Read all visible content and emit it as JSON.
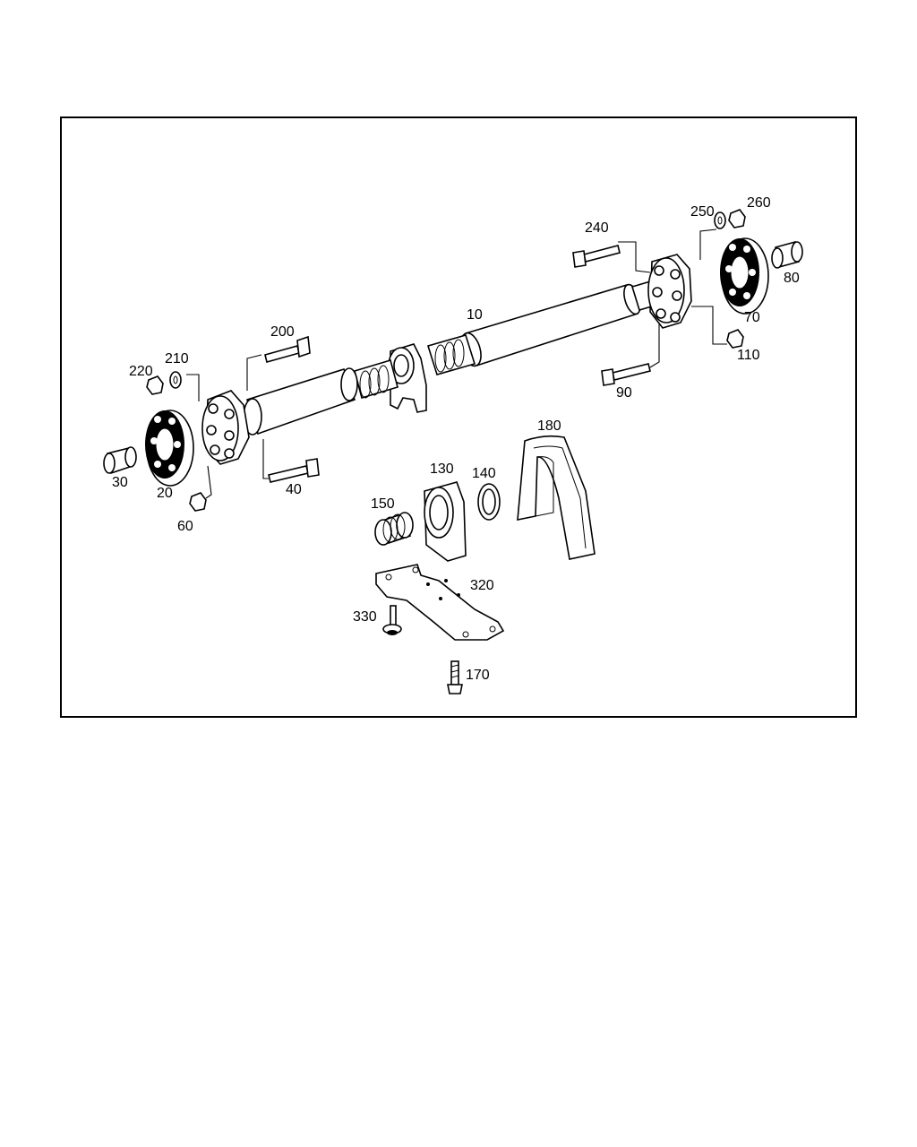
{
  "diagram": {
    "parts": [
      {
        "id": "p10",
        "label": "10"
      },
      {
        "id": "p20",
        "label": "20"
      },
      {
        "id": "p30",
        "label": "30"
      },
      {
        "id": "p40",
        "label": "40"
      },
      {
        "id": "p60",
        "label": "60"
      },
      {
        "id": "p70",
        "label": "70"
      },
      {
        "id": "p80",
        "label": "80"
      },
      {
        "id": "p90",
        "label": "90"
      },
      {
        "id": "p110",
        "label": "110"
      },
      {
        "id": "p130",
        "label": "130"
      },
      {
        "id": "p140",
        "label": "140"
      },
      {
        "id": "p150",
        "label": "150"
      },
      {
        "id": "p170",
        "label": "170"
      },
      {
        "id": "p180",
        "label": "180"
      },
      {
        "id": "p200",
        "label": "200"
      },
      {
        "id": "p210",
        "label": "210"
      },
      {
        "id": "p220",
        "label": "220"
      },
      {
        "id": "p240",
        "label": "240"
      },
      {
        "id": "p250",
        "label": "250"
      },
      {
        "id": "p260",
        "label": "260"
      },
      {
        "id": "p320",
        "label": "320"
      },
      {
        "id": "p330",
        "label": "330"
      }
    ]
  }
}
